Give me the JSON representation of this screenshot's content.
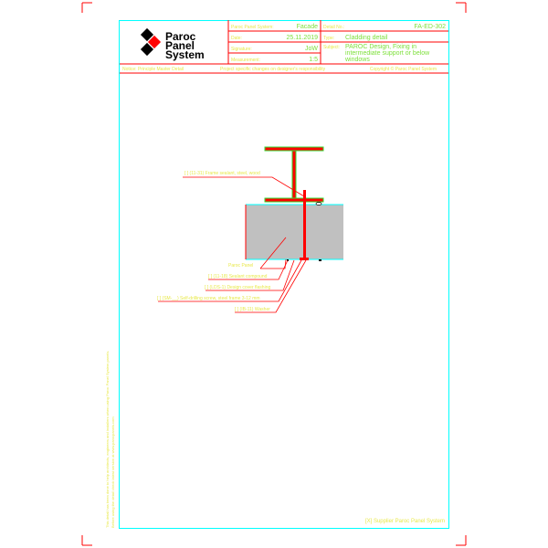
{
  "logo": {
    "text_lines": [
      "Paroc",
      "Panel",
      "System"
    ]
  },
  "title_block": {
    "system_label": "Paroc Panel System:",
    "system_value": "Facade",
    "date_label": "Date:",
    "date_value": "25.11.2019",
    "signature_label": "Signature:",
    "signature_value": "JoW",
    "measurement_label": "Measurement:",
    "measurement_value": "1:5",
    "detail_no_label": "Detail No.:",
    "detail_no_value": "FA-ED-302",
    "type_label": "Type:",
    "type_value": "Cladding detail",
    "subject_label": "Subject:",
    "subject_lines": [
      "PAROC Design, Fixing in",
      "intermediate support or below",
      "windows"
    ],
    "notice": "Notice: Principle Master Detail",
    "project_note": "Project specific changes on designer's responsibility",
    "copyright": "Copyright © Paroc Panel System"
  },
  "callouts": {
    "frame": "[ ] (11-31) Frame sealant, steel, wood",
    "panel": "Paroc Panel",
    "sealant": "[ ] (11-18) Sealant compound",
    "flashing": "[ ] (LDS-1) Design cover flashing",
    "screw": "[ ] (SM-__) Self-drilling screw, steel frame 3-12 mm",
    "washer": "[ ] (IB-11) Washer"
  },
  "side_note": [
    "This detail has been done to help architects, engineers and installers when using Paroc Panel System panels.",
    "Before using the detail check latest version at www.parocpanels.com"
  ],
  "supplier": "[X] Supplier Paroc Panel System",
  "colors": {
    "frame": "#00ffff",
    "lines": "#ff0000",
    "text": "#e8e84a",
    "value_text": "#7ee03c",
    "panel": "#c0c0c0",
    "steel_outline": "#33dd33"
  }
}
